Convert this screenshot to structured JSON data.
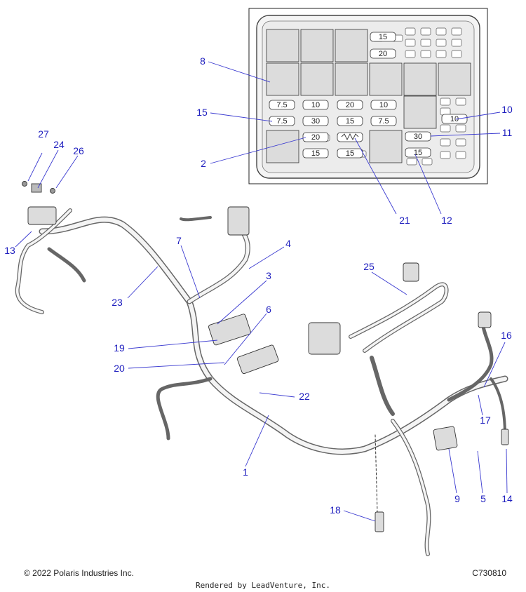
{
  "fuse_box": {
    "fuse_labels": [
      "15",
      "20",
      "7.5",
      "10",
      "20",
      "10",
      "7.5",
      "30",
      "15",
      "7.5",
      "10",
      "20",
      "15",
      "15",
      "30",
      "15"
    ]
  },
  "callouts": [
    "1",
    "2",
    "3",
    "4",
    "5",
    "6",
    "7",
    "8",
    "9",
    "10",
    "11",
    "12",
    "13",
    "14",
    "15",
    "16",
    "17",
    "18",
    "19",
    "20",
    "21",
    "22",
    "23",
    "24",
    "25",
    "26",
    "27"
  ],
  "footer": {
    "copyright": "© 2022 Polaris Industries Inc.",
    "diagram_code": "C730810",
    "rendered_by": "Rendered by LeadVenture, Inc."
  }
}
